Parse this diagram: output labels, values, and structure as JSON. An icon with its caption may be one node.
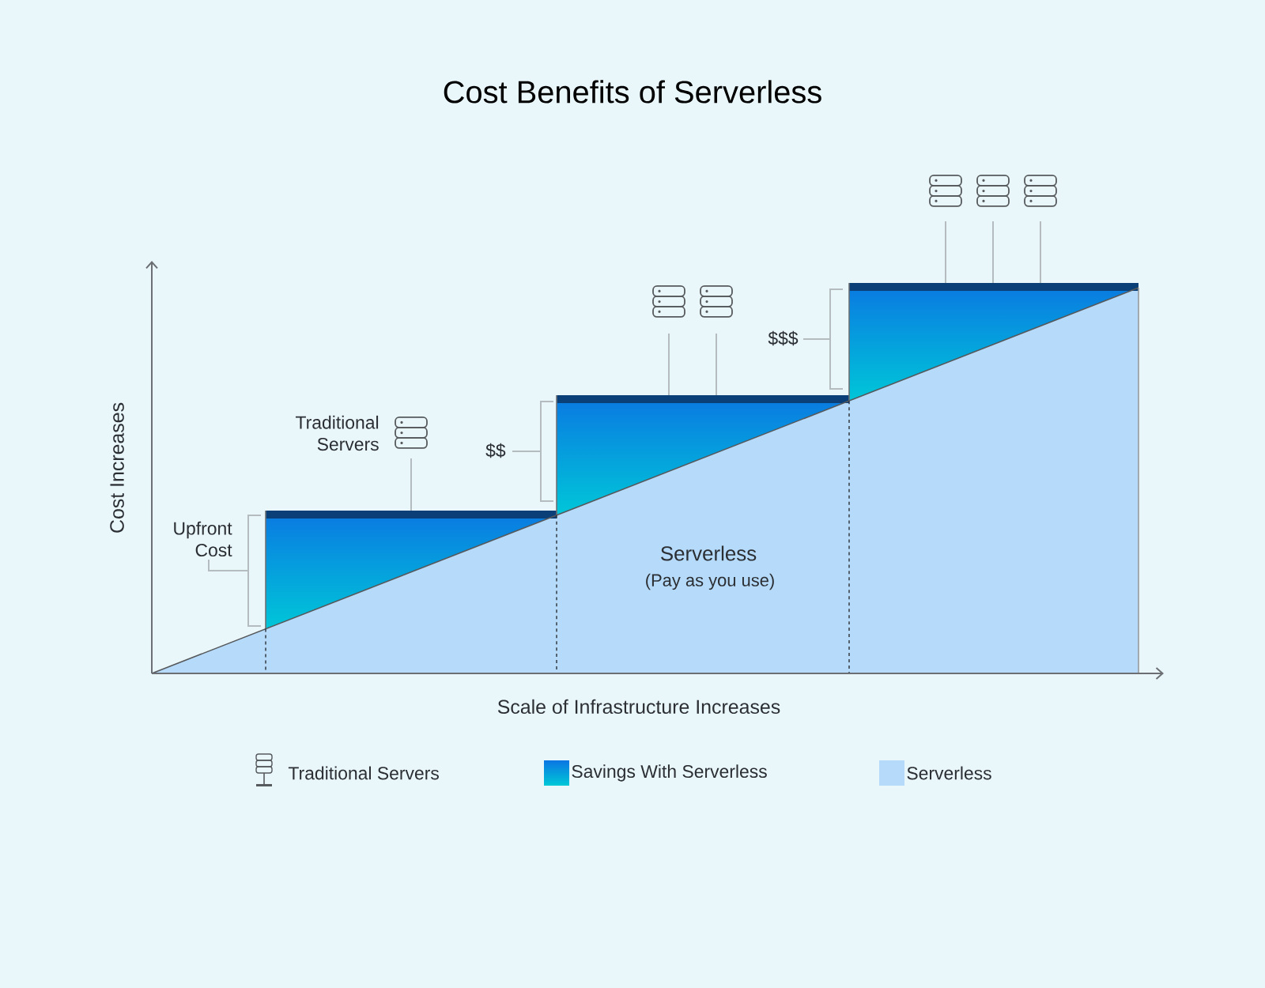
{
  "diagram": {
    "title": "Cost Benefits of Serverless",
    "labels": [
      "$$$",
      "Traditional Servers",
      "$$",
      "Upfront Cost",
      "Serverless",
      "(Pay as you use)",
      "Cost Increases",
      "Scale of Infrastructure Increases"
    ],
    "legend": [
      {
        "text": "Traditional Servers"
      },
      {
        "text": "Savings With Serverless"
      },
      {
        "text": "Serverless",
        "color": "#b6dafa"
      }
    ]
  }
}
